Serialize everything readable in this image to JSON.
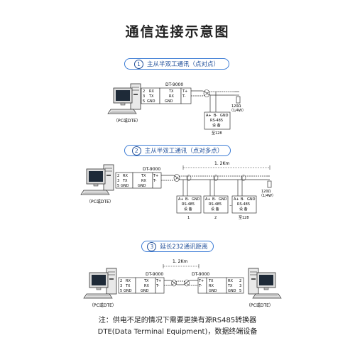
{
  "title": "通信连接示意图",
  "sections": [
    {
      "num": "1",
      "label": "主从半双工通讯（点对点）"
    },
    {
      "num": "2",
      "label": "主从半双工通讯（点对多点）"
    },
    {
      "num": "3",
      "label": "延长232通讯距离"
    }
  ],
  "labels": {
    "device": "DT-9000",
    "pc_dte": "（PC或DTE）",
    "rx": "RX",
    "tx": "TX",
    "gnd": "GND",
    "t_plus": "T+",
    "t_minus": "T-",
    "a_plus": "A+",
    "b_minus": "B-",
    "rs485": "RS-485",
    "equipment": "设 备",
    "to_128": "至128",
    "resistor": "120Ω",
    "resistor_power": "（1/4W）",
    "distance": "1. 2Km",
    "node1": "1",
    "node2": "2",
    "dots": "…"
  },
  "notes": {
    "line1": "注：供电不足的情况下需要更换有源RS485转换器",
    "line2": "DTE(Data Terminal Equipment)，数据终端设备"
  }
}
